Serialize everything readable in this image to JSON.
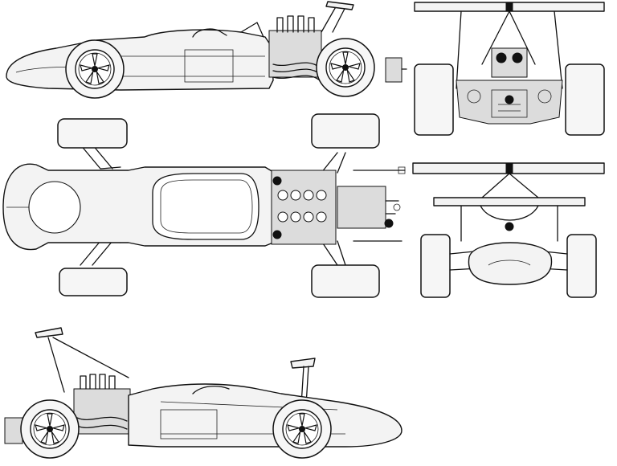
{
  "drawing": {
    "views": [
      "side-left",
      "top",
      "rear",
      "front",
      "side-right"
    ],
    "line_color": "#111111",
    "background": "#ffffff",
    "shading_color": "#f3f3f3"
  }
}
